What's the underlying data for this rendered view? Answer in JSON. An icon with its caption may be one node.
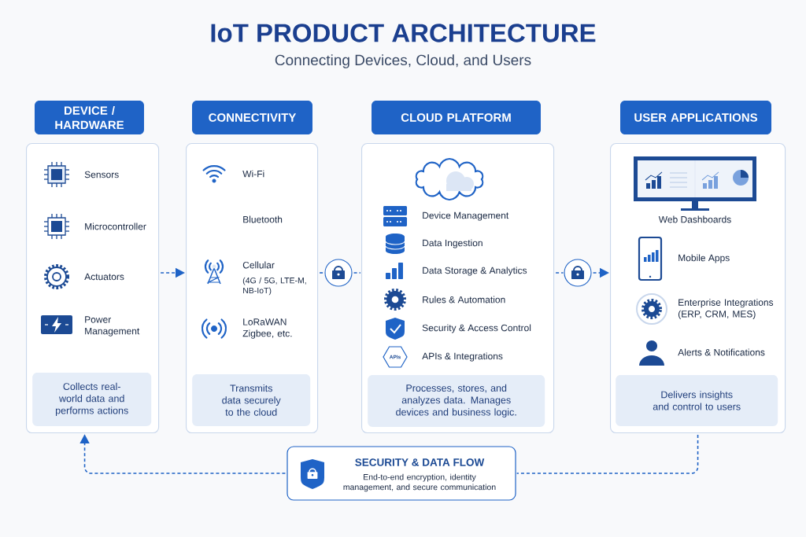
{
  "diagram": {
    "title": "IoT PRODUCT ARCHITECTURE",
    "nodes": [
      {
        "text": [
          "DEVICE / HARDWARE"
        ]
      },
      {
        "text": [
          "Sensors",
          "Microcontroller",
          "Actuators",
          "Power Management"
        ]
      },
      {
        "text": [
          "Collects real-world data and performs actions"
        ],
        "in": 1
      },
      {
        "text": [
          "CONNECTIVITY"
        ]
      },
      {
        "text": [
          "Wi-Fi",
          "Bluetooth",
          "Cellular",
          "(4G / 5G, LTE-M, NB-IoT)",
          "LoRaWAN Zigbee, etc."
        ]
      },
      {
        "text": [
          "Transmits data securely to the cloud"
        ],
        "in": 4
      },
      {
        "text": [],
        "shape": "circle"
      },
      {
        "text": [
          "CLOUD PLATFORM"
        ]
      },
      {
        "text": [
          "Device Management",
          "Data Ingestion",
          "Data Storage & Analytics",
          "Rules & Automation",
          "Security & Access Control",
          "APIs & Integrations"
        ]
      },
      {
        "text": [
          "Processes, stores, and analyzes data. Manages devices and business logic."
        ],
        "in": 8
      },
      {
        "text": [],
        "shape": "circle"
      },
      {
        "text": [
          "USER APPLICATIONS"
        ]
      },
      {
        "text": [
          "Web Dashboards",
          "Mobile Apps",
          "Enterprise Integrations (ERP, CRM, MES)",
          "Alerts & Notifications"
        ]
      },
      {
        "text": [
          "Delivers insights and control to users"
        ],
        "in": 12
      },
      {
        "text": [
          "SECURITY & DATA FLOW",
          "End-to-end encryption, identity management, and secure communication"
        ]
      }
    ],
    "edges": [
      {
        "from": 1,
        "to": 4,
        "arrow": "to",
        "style": "dashed"
      },
      {
        "from": 4,
        "to": 6,
        "arrow": "none",
        "style": "dashed"
      },
      {
        "from": 6,
        "to": 8,
        "arrow": "none",
        "style": "dashed"
      },
      {
        "from": 8,
        "to": 10,
        "arrow": "none",
        "style": "dashed"
      },
      {
        "from": 10,
        "to": 12,
        "arrow": "to",
        "style": "dashed"
      },
      {
        "from": 12,
        "to": 14,
        "arrow": "none",
        "style": "dashed"
      },
      {
        "from": 14,
        "to": 1,
        "arrow": "to",
        "style": "dashed"
      }
    ],
    "labels": [
      "Connecting Devices, Cloud, and Users",
      "APIs"
    ]
  }
}
